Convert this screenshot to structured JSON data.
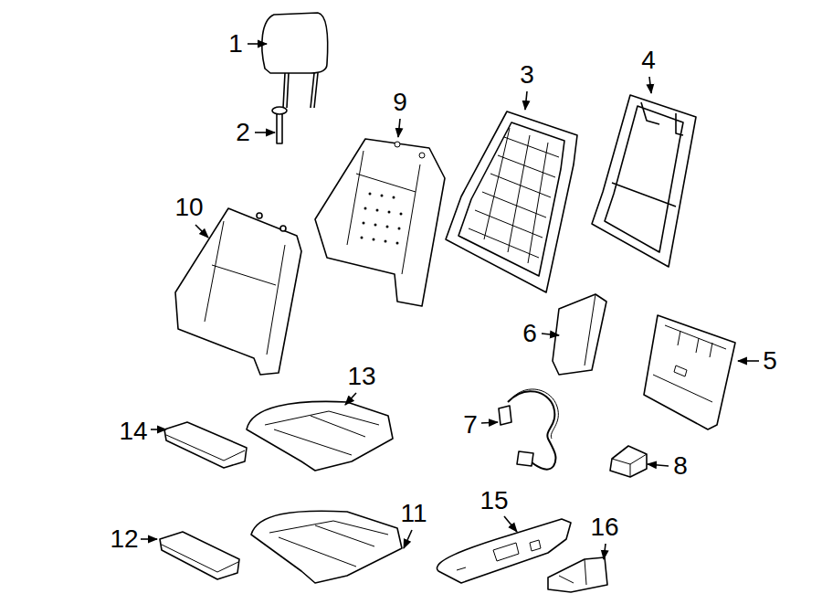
{
  "diagram": {
    "labels": [
      "1",
      "2",
      "3",
      "4",
      "9",
      "10",
      "6",
      "5",
      "13",
      "14",
      "7",
      "8",
      "15",
      "11",
      "16",
      "12"
    ]
  }
}
